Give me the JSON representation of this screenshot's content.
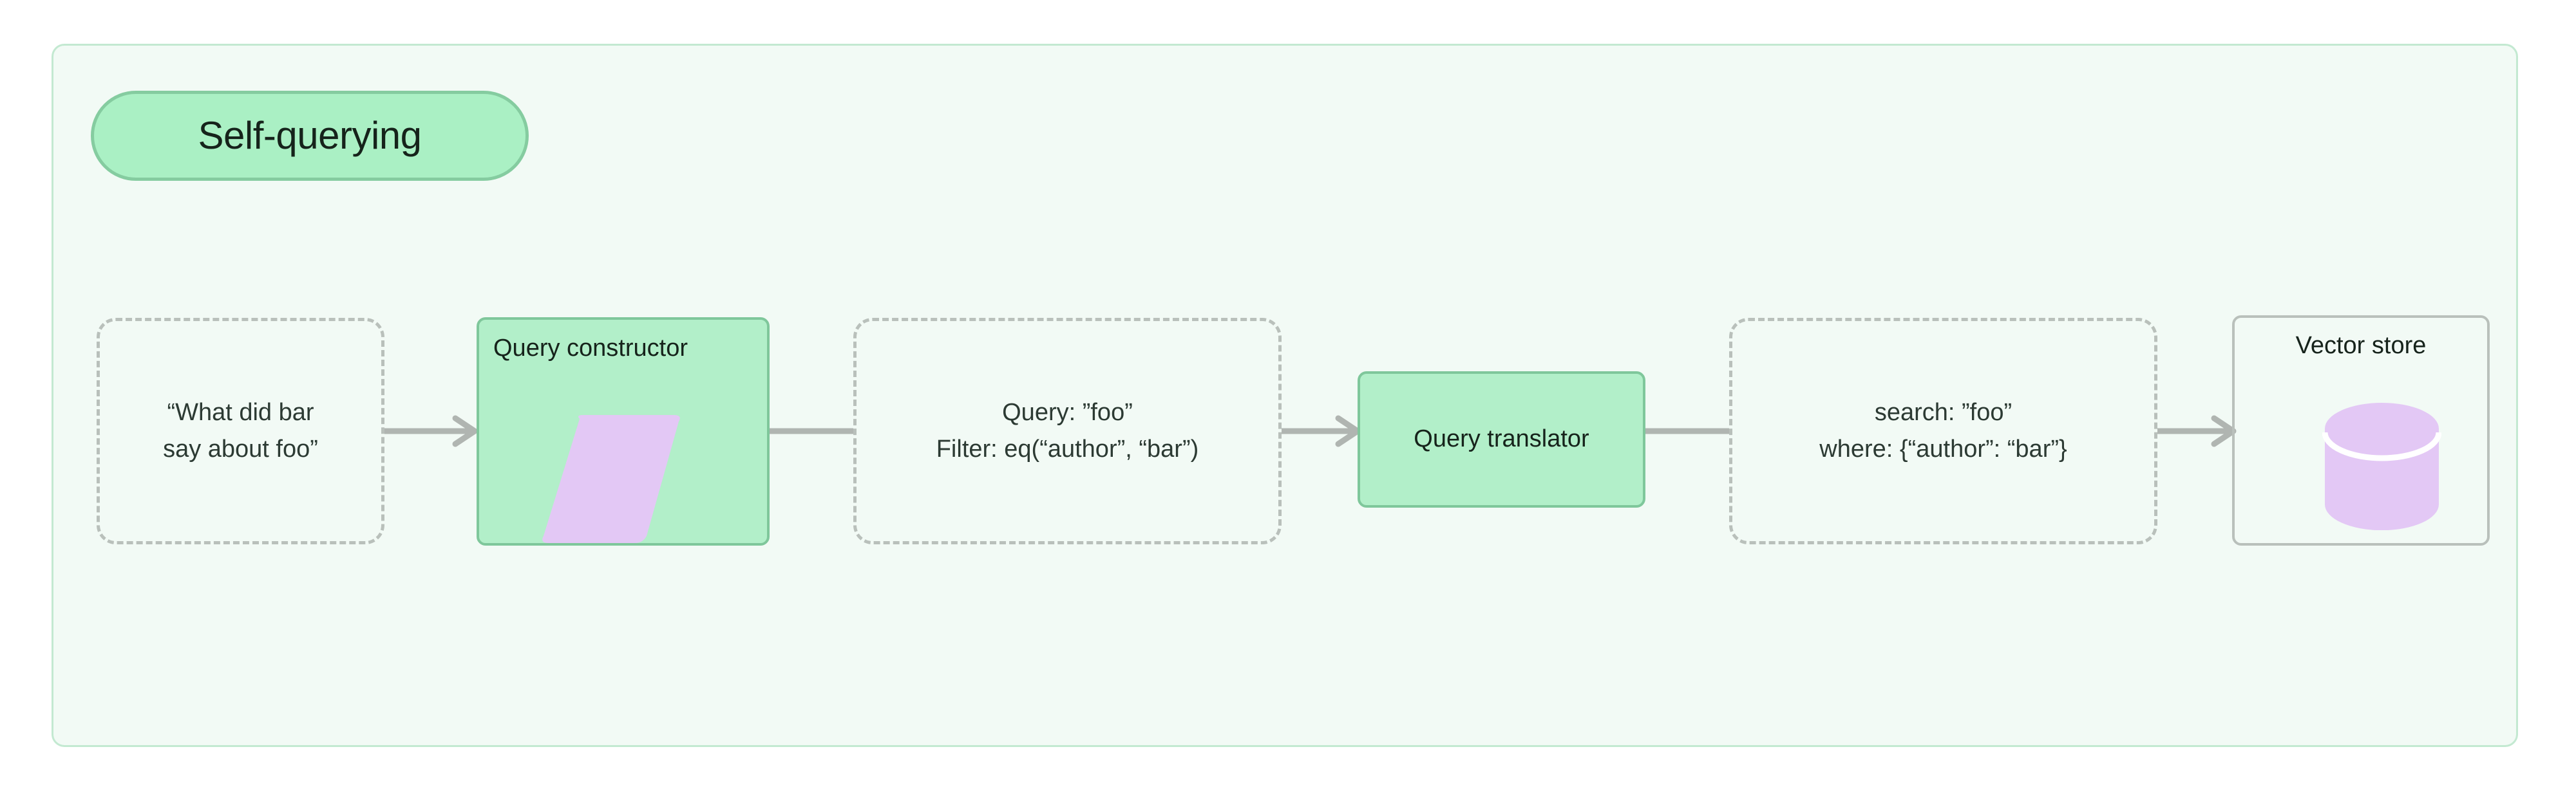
{
  "diagram": {
    "title": "Self-querying",
    "background_color": "#ffffff",
    "container_fill": "#f2faf5",
    "container_border": "#c3e9d1",
    "accent_green_fill": "#b2efc9",
    "accent_green_border": "#7fc79b",
    "accent_purple": "#e3c8f5",
    "dashed_border_color": "#b9c0bb",
    "edge_color": "#b0b5b1",
    "text_color": "#2c3a33"
  },
  "nodes": [
    {
      "id": "user-question",
      "kind": "dashed",
      "text": "“What did bar\nsay about foo”"
    },
    {
      "id": "query-constructor",
      "kind": "process",
      "label": "Query constructor",
      "icon": "parallelogram-icon"
    },
    {
      "id": "structured-query",
      "kind": "dashed",
      "text": "Query: ”foo”\nFilter: eq(“author”, “bar”)"
    },
    {
      "id": "query-translator",
      "kind": "process",
      "label": "Query translator"
    },
    {
      "id": "translated-query",
      "kind": "dashed",
      "text": "search: ”foo”\nwhere: {“author”: “bar”}"
    },
    {
      "id": "vector-store",
      "kind": "plain",
      "label": "Vector store",
      "icon": "database-cylinder-icon"
    }
  ],
  "edges": [
    {
      "from": "user-question",
      "to": "query-constructor"
    },
    {
      "from": "query-constructor",
      "to": "structured-query"
    },
    {
      "from": "structured-query",
      "to": "query-translator"
    },
    {
      "from": "query-translator",
      "to": "translated-query"
    },
    {
      "from": "translated-query",
      "to": "vector-store"
    }
  ]
}
